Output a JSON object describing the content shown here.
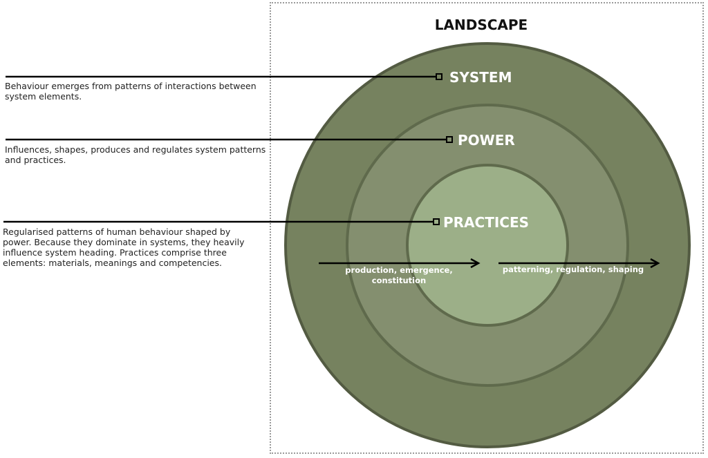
{
  "diagram": {
    "frame_title": "LANDSCAPE",
    "layers": [
      {
        "name": "SYSTEM",
        "description": "Behaviour emerges from patterns of interactions between system elements.",
        "fill": "#76825f"
      },
      {
        "name": "POWER",
        "description": "Influences, shapes, produces and regulates system patterns and practices.",
        "fill": "#848f6f"
      },
      {
        "name": "PRACTICES",
        "description": "Regularised patterns of human behaviour shaped by power. Because they dominate in systems, they heavily influence system heading. Practices comprise three elements: materials, meanings and competencies.",
        "fill": "#9caf88"
      }
    ],
    "arrows": [
      {
        "label_line1": "production, emergence,",
        "label_line2": "constitution"
      },
      {
        "label_line1": "patterning, regulation, shaping",
        "label_line2": ""
      }
    ],
    "colors": {
      "ring_stroke": "#5f6a4c",
      "outer_stroke": "#535b42",
      "text_light": "#ffffff",
      "line": "#000000",
      "frame": "#999999"
    }
  }
}
